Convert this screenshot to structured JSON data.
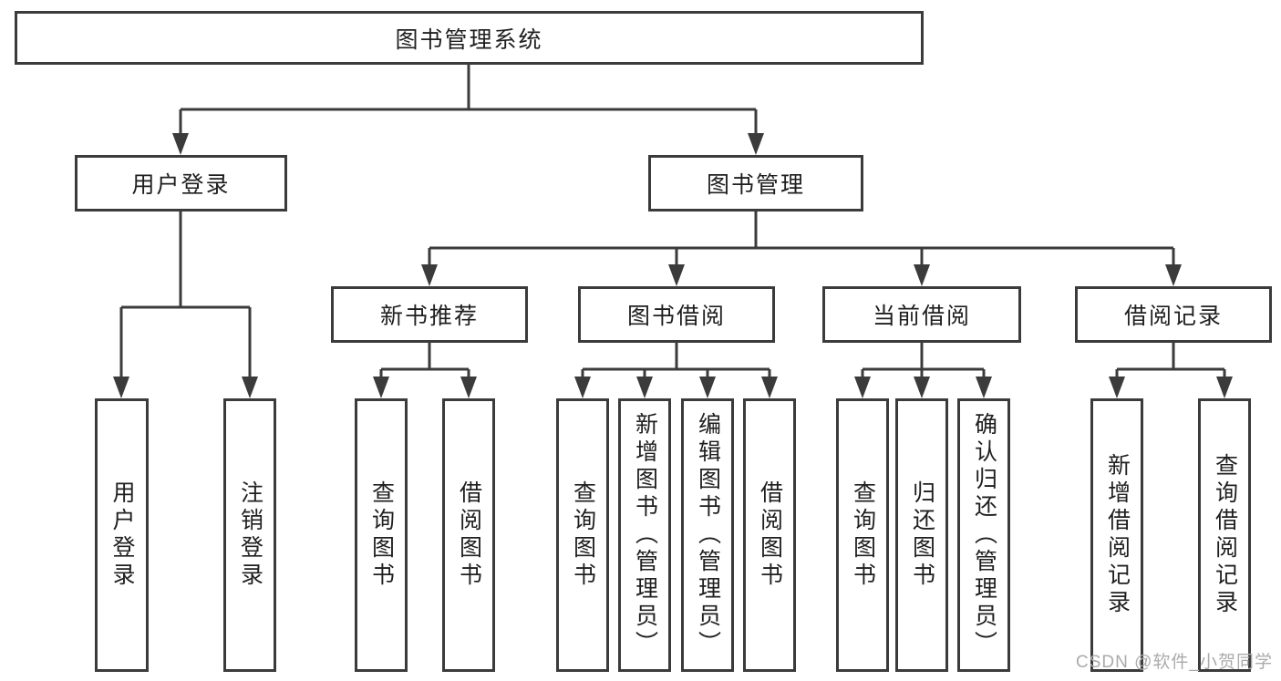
{
  "tree": {
    "root": {
      "label": "图书管理系统",
      "children": [
        {
          "label": "用户登录",
          "children": [
            {
              "label": "用户登录"
            },
            {
              "label": "注销登录"
            }
          ]
        },
        {
          "label": "图书管理",
          "children": [
            {
              "label": "新书推荐",
              "children": [
                {
                  "label": "查询图书"
                },
                {
                  "label": "借阅图书"
                }
              ]
            },
            {
              "label": "图书借阅",
              "children": [
                {
                  "label": "查询图书"
                },
                {
                  "label": "新增图书（管理员）"
                },
                {
                  "label": "编辑图书（管理员）"
                },
                {
                  "label": "借阅图书"
                }
              ]
            },
            {
              "label": "当前借阅",
              "children": [
                {
                  "label": "查询图书"
                },
                {
                  "label": "归还图书"
                },
                {
                  "label": "确认归还（管理员）"
                }
              ]
            },
            {
              "label": "借阅记录",
              "children": [
                {
                  "label": "新增借阅记录"
                },
                {
                  "label": "查询借阅记录"
                }
              ]
            }
          ]
        }
      ]
    }
  },
  "watermark": {
    "text": "CSDN @软件_小贺同学"
  },
  "colors": {
    "line": "#3b3b3b",
    "box_border": "#3b3b3b",
    "box_fill": "#ffffff",
    "text": "#1f1f1f",
    "watermark": "#ababab",
    "background": "#ffffff"
  }
}
